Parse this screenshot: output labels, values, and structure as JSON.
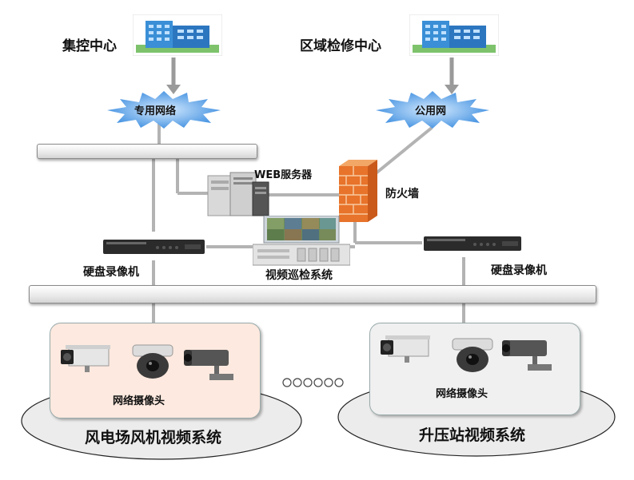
{
  "nodes": {
    "control_center": "集控中心",
    "regional_center": "区域检修中心",
    "private_network": "专用网络",
    "public_network": "公用网",
    "web_server": "WEB服务器",
    "firewall": "防火墙",
    "nvr_left": "硬盘录像机",
    "nvr_right": "硬盘录像机",
    "video_patrol": "视频巡检系统"
  },
  "groups": {
    "left": {
      "camera_label": "网络摄像头",
      "platform_label": "风电场风机视频系统"
    },
    "right": {
      "camera_label": "网络摄像头",
      "platform_label": "升压站视频系统"
    }
  },
  "colors": {
    "wire": "#b3b3b3",
    "arrow": "#9a9a9a",
    "starburst": "#3f8fe0",
    "left_panel": "#fde9df",
    "right_panel": "#f0f0f0",
    "firewall": "#e8732a"
  }
}
